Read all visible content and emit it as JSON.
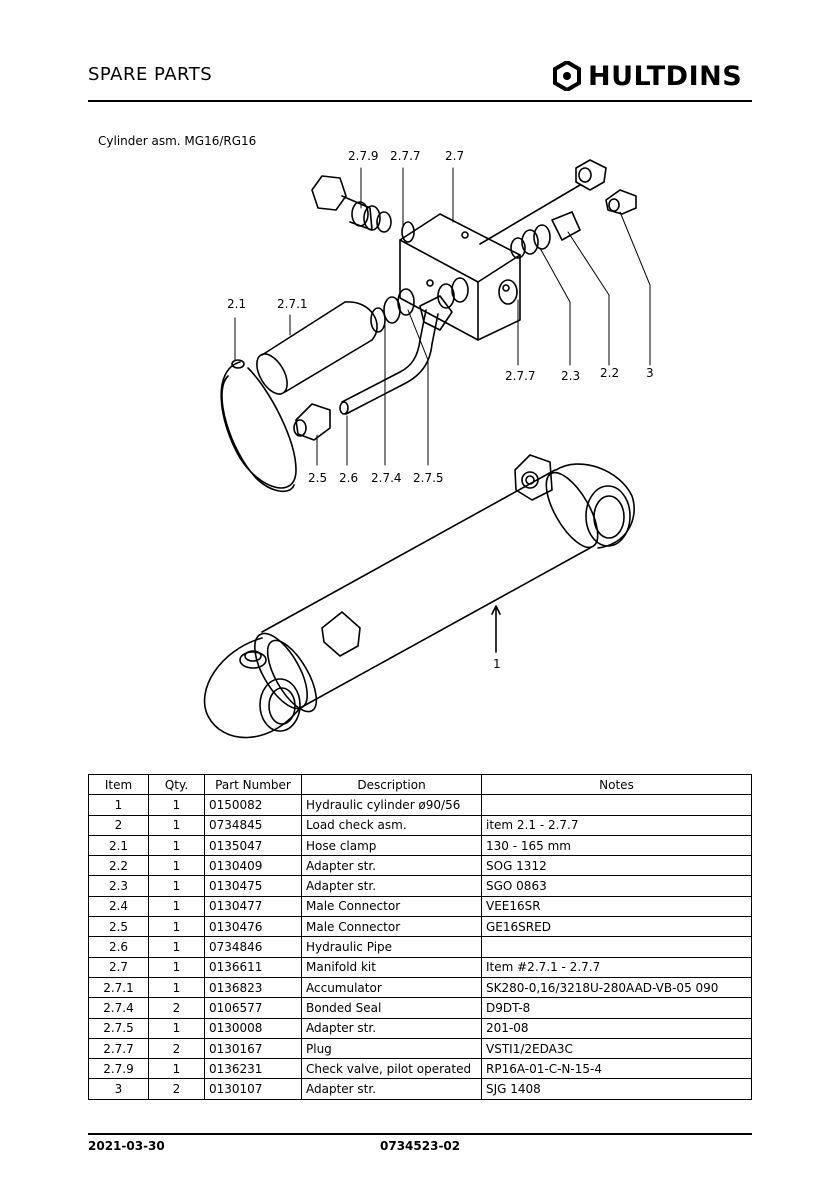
{
  "header": {
    "title": "SPARE PARTS",
    "brand": "HULTDINS"
  },
  "subtitle": "Cylinder asm. MG16/RG16",
  "callouts": [
    "2.7.9",
    "2.7.7",
    "2.7",
    "2.1",
    "2.7.1",
    "2.7.7",
    "2.3",
    "2.2",
    "3",
    "2.5",
    "2.6",
    "2.7.4",
    "2.7.5",
    "1"
  ],
  "table": {
    "headers": [
      "Item",
      "Qty.",
      "Part Number",
      "Description",
      "Notes"
    ],
    "rows": [
      [
        "1",
        "1",
        "0150082",
        "Hydraulic cylinder ø90/56",
        ""
      ],
      [
        "2",
        "1",
        "0734845",
        "Load check asm.",
        "item 2.1 - 2.7.7"
      ],
      [
        "2.1",
        "1",
        "0135047",
        "Hose clamp",
        "130 - 165 mm"
      ],
      [
        "2.2",
        "1",
        "0130409",
        "Adapter str.",
        "SOG 1312"
      ],
      [
        "2.3",
        "1",
        "0130475",
        "Adapter str.",
        "SGO 0863"
      ],
      [
        "2.4",
        "1",
        "0130477",
        "Male Connector",
        "VEE16SR"
      ],
      [
        "2.5",
        "1",
        "0130476",
        "Male Connector",
        "GE16SRED"
      ],
      [
        "2.6",
        "1",
        "0734846",
        "Hydraulic Pipe",
        ""
      ],
      [
        "2.7",
        "1",
        "0136611",
        "Manifold kit",
        "Item #2.7.1 - 2.7.7"
      ],
      [
        "2.7.1",
        "1",
        "0136823",
        "Accumulator",
        "SK280-0,16/3218U-280AAD-VB-05 090"
      ],
      [
        "2.7.4",
        "2",
        "0106577",
        "Bonded Seal",
        "D9DT-8"
      ],
      [
        "2.7.5",
        "1",
        "0130008",
        "Adapter str.",
        "201-08"
      ],
      [
        "2.7.7",
        "2",
        "0130167",
        "Plug",
        "VSTI1/2EDA3C"
      ],
      [
        "2.7.9",
        "1",
        "0136231",
        "Check valve, pilot operated",
        "RP16A-01-C-N-15-4"
      ],
      [
        "3",
        "2",
        "0130107",
        "Adapter str.",
        "SJG 1408"
      ]
    ]
  },
  "footer": {
    "date": "2021-03-30",
    "doc_number": "0734523-02"
  }
}
